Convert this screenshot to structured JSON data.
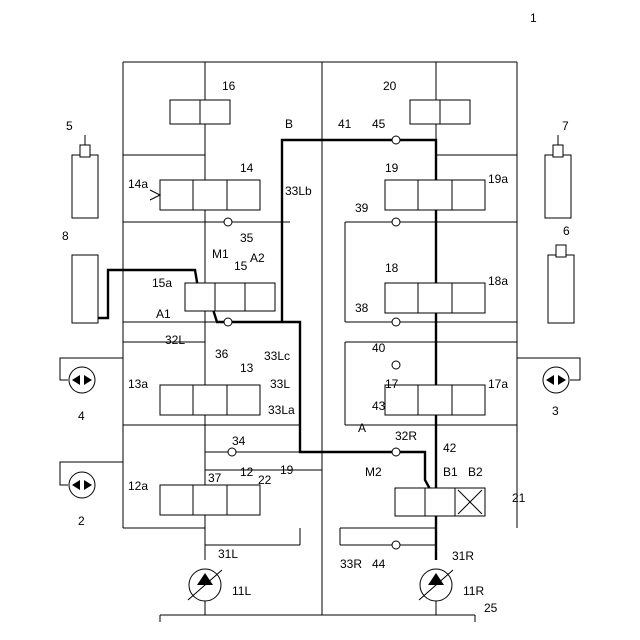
{
  "figure_number": "1",
  "labels": {
    "l5": "5",
    "l7": "7",
    "l8": "8",
    "l6": "6",
    "l4": "4",
    "l3": "3",
    "l2": "2",
    "l16": "16",
    "l20": "20",
    "l14": "14",
    "l14a": "14a",
    "l19": "19",
    "l19a": "19a",
    "l15": "15",
    "l15a": "15a",
    "lM1": "M1",
    "lA1": "A1",
    "lA2": "A2",
    "l18": "18",
    "l18a": "18a",
    "l13": "13",
    "l13a": "13a",
    "l17": "17",
    "l17a": "17a",
    "l12": "12",
    "l12a": "12a",
    "l21": "21",
    "lM2": "M2",
    "lB1": "B1",
    "lB2": "B2",
    "l11L": "11L",
    "l11R": "11R",
    "l31L": "31L",
    "l31R": "31R",
    "l25": "25",
    "lB": "B",
    "l41": "41",
    "l45": "45",
    "l33Lb": "33Lb",
    "l39": "39",
    "l35": "35",
    "l38": "38",
    "l32L": "32L",
    "l36": "36",
    "l33Lc": "33Lc",
    "l40": "40",
    "l33L": "33L",
    "l33La": "33La",
    "l43": "43",
    "lA": "A",
    "l32R": "32R",
    "l42": "42",
    "l34": "34",
    "l37": "37",
    "l22": "22",
    "l19b": "19",
    "l33R": "33R",
    "l44": "44"
  }
}
